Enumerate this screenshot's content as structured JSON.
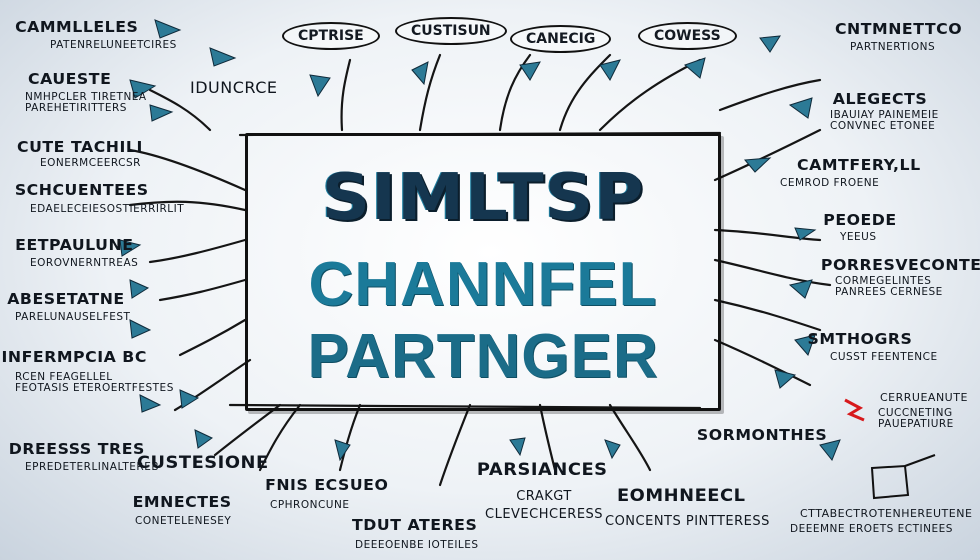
{
  "title": {
    "line1": "SIMLTSP",
    "line2": "CHANNFEL",
    "line3": "PARTNGER"
  },
  "top_bubbles": [
    "CPTRISE",
    "CUSTISUN",
    "CANECIG",
    "COWESS"
  ],
  "top_words": {
    "idunc": "IDUNCRCE"
  },
  "left_labels": [
    {
      "title": "CAMMLLELES",
      "sub": "PATENRELUNEETCIRES"
    },
    {
      "title": "CAUESTE",
      "sub": "NMHPCLER TIRETNEA\nPAREHETIRITTERS"
    },
    {
      "title": "CUTE TACHILI",
      "sub": "EONERMCEERCSR"
    },
    {
      "title": "SCHCUENTEES",
      "sub": "EDAELECEIESOSTIERRIRLIT"
    },
    {
      "title": "EETPAULUNE",
      "sub": "EOROVNERNTREAS"
    },
    {
      "title": "ABESETATNE",
      "sub": "PARELUNAUSELFEST"
    },
    {
      "title": "INFERMPCIA BC",
      "sub": "RCEN FEAGELLEL\nFEOTASIS ETEROERTFESTES"
    },
    {
      "title": "DREESSS TRES",
      "sub": "EPREDETERLINALTEREB"
    }
  ],
  "right_labels": [
    {
      "title": "CNTMNETTCO",
      "sub": "PARTNERTIONS"
    },
    {
      "title": "ALEGECTS",
      "sub": "IBAUIAY PAINEMEIE\nCONVNEC ETONEE"
    },
    {
      "title": "CAMTFERY,LL",
      "sub": "CEMROD FROENE"
    },
    {
      "title": "PEOEDE",
      "sub": "YEEUS"
    },
    {
      "title": "PORRESVECONTES",
      "sub": "CORMEGELINTES\nPANREES CERNESE"
    },
    {
      "title": "SMTHOGRS",
      "sub": "CUSST FEENTENCE"
    },
    {
      "title": "SORMONTHES",
      "sub": ""
    },
    {
      "title": "CERRUEANUTE",
      "sub": "CUCCNETING\nPAUEPATIURE"
    },
    {
      "title": "CTTABECTROTENHEREUTENE",
      "sub": "DEEEMNE EROETS ECTINEES"
    }
  ],
  "bottom_labels": [
    {
      "title": "CUSTESIONE",
      "sub": ""
    },
    {
      "title": "EMNECTES",
      "sub": "CONETELENESEY"
    },
    {
      "title": "FNIS ECSUEO",
      "sub": "CPHRONCUNE"
    },
    {
      "title": "TDUT ATERES",
      "sub": "DEEEOENBE IOTEILES"
    },
    {
      "title": "PARSIANCES",
      "sub": "CRAKGT\nCLEVECHCERESS"
    },
    {
      "title": "EOMHNEECL",
      "sub": "CONCENTS PINTTERESS"
    }
  ],
  "colors": {
    "accent_dark": "#15364f",
    "accent_teal": "#1b7a99",
    "ink": "#111111",
    "red_mark": "#d7191c"
  },
  "icons": [
    "arrow-icon",
    "bubble-icon",
    "pennant-icon",
    "box-icon"
  ]
}
